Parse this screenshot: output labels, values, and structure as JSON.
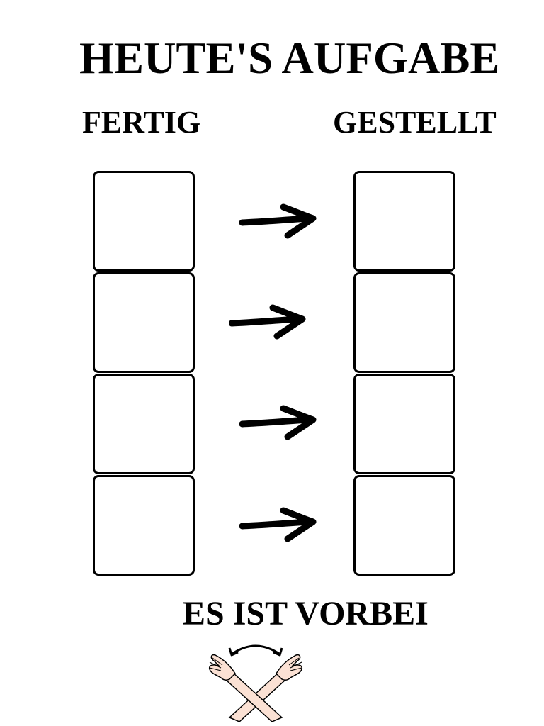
{
  "sheet": {
    "title": "HEUTE'S AUFGABE",
    "column_left": "FERTIG",
    "column_right": "GESTELLT",
    "footer": "ES IST VORBEI",
    "rows": [
      {
        "left_box": "",
        "arrow": "arrow-right-icon",
        "right_box": ""
      },
      {
        "left_box": "",
        "arrow": "arrow-right-icon",
        "right_box": ""
      },
      {
        "left_box": "",
        "arrow": "arrow-right-icon",
        "right_box": ""
      },
      {
        "left_box": "",
        "arrow": "arrow-right-icon",
        "right_box": ""
      }
    ],
    "footer_icon": "crossed-arms-sign-icon"
  },
  "colors": {
    "ink": "#000000",
    "skin": "#fbe1d4",
    "background": "#ffffff"
  }
}
